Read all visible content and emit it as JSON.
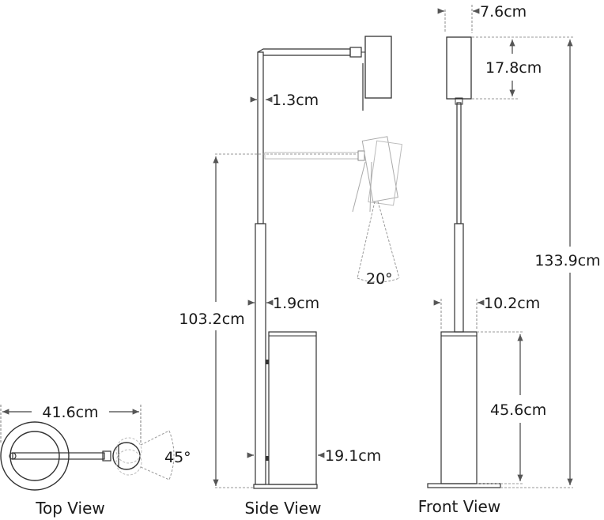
{
  "views": {
    "top": "Top View",
    "side": "Side View",
    "front": "Front View"
  },
  "dimensions": {
    "head_depth": "7.6cm",
    "head_height": "17.8cm",
    "overall_height": "133.9cm",
    "upper_stem": "1.3cm",
    "lower_stem": "1.9cm",
    "base_width_front": "10.2cm",
    "base_height": "45.6cm",
    "base_depth_side": "19.1cm",
    "arm_height": "103.2cm",
    "tilt_angle": "20°",
    "top_reach": "41.6cm",
    "swivel_angle": "45°"
  },
  "colors": {
    "line": "#333333",
    "dim_line": "#666666",
    "ghost": "#b8b8b8"
  }
}
